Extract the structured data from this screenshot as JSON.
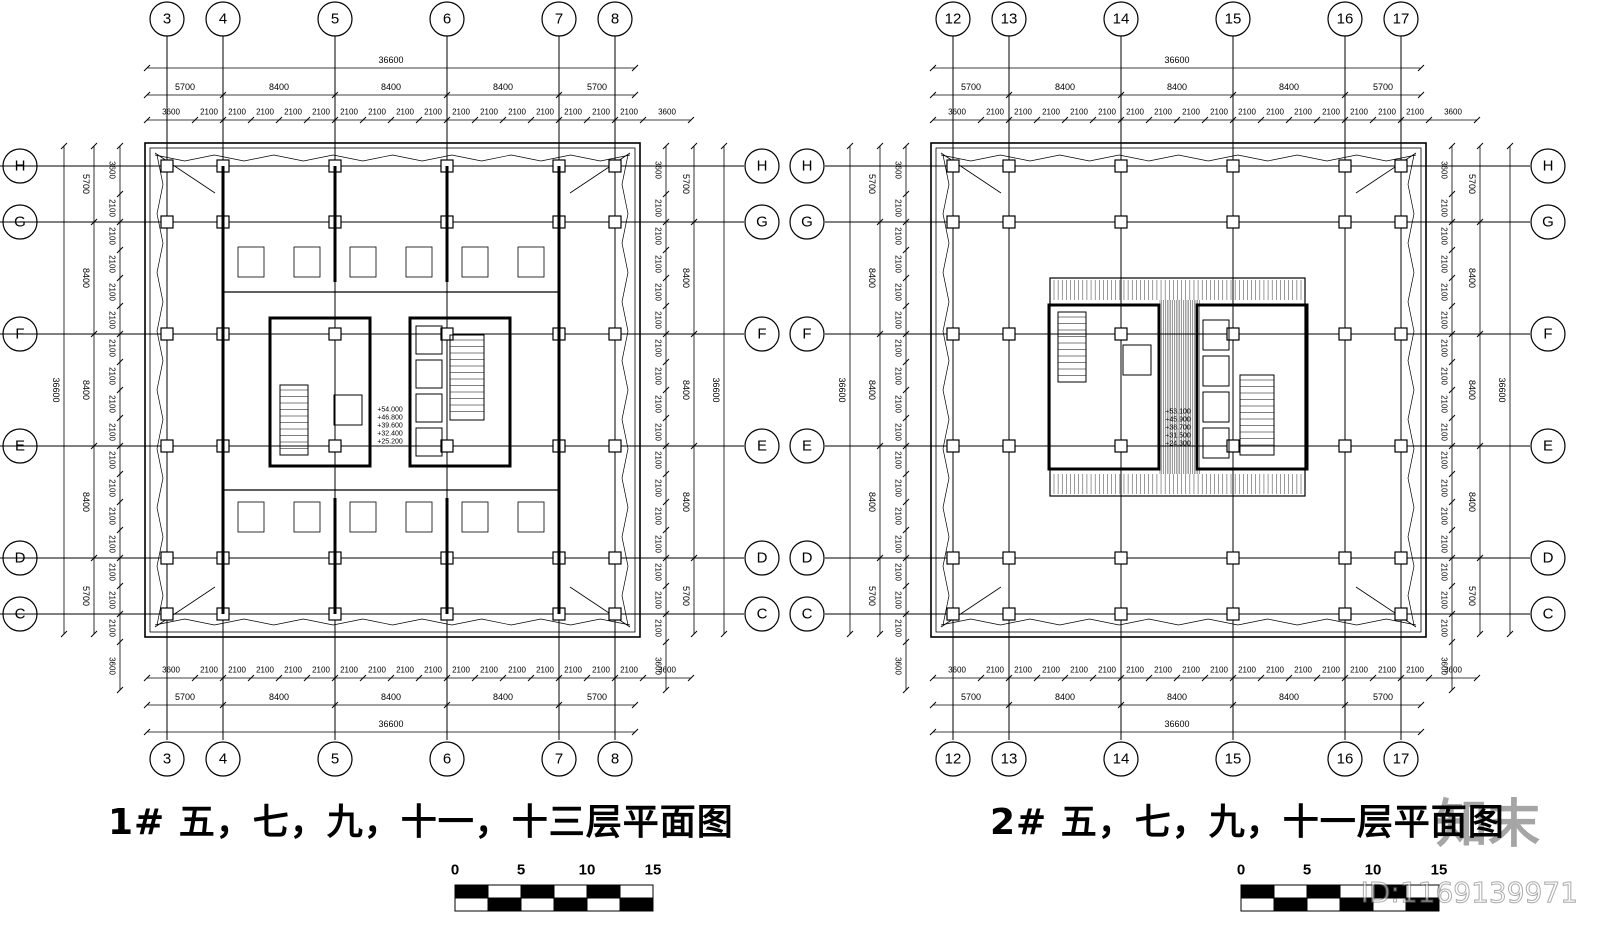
{
  "plans": [
    {
      "id": "plan-1",
      "title": "1# 五，七，九，十一，十三层平面图",
      "columns": [
        "3",
        "4",
        "5",
        "6",
        "7",
        "8"
      ],
      "rows": [
        "H",
        "G",
        "F",
        "E",
        "D",
        "C"
      ],
      "dims_main": [
        "5700",
        "8400",
        "8400",
        "8400",
        "5700"
      ],
      "dims_sub": [
        "3600",
        "2100",
        "2100",
        "2100",
        "2100",
        "2100",
        "2100",
        "2100",
        "2100",
        "2100",
        "2100",
        "2100",
        "2100",
        "2100",
        "2100",
        "2100",
        "2100",
        "3600"
      ],
      "total": "36600",
      "elevations": [
        "+54.000",
        "+46.800",
        "+39.600",
        "+32.400",
        "+25.200"
      ],
      "scale": {
        "ticks": [
          "0",
          "5",
          "10",
          "15"
        ]
      }
    },
    {
      "id": "plan-2",
      "title": "2# 五，七，九，十一层平面图",
      "columns": [
        "12",
        "13",
        "14",
        "15",
        "16",
        "17"
      ],
      "rows": [
        "H",
        "G",
        "F",
        "E",
        "D",
        "C"
      ],
      "dims_main": [
        "5700",
        "8400",
        "8400",
        "8400",
        "5700"
      ],
      "dims_sub": [
        "3600",
        "2100",
        "2100",
        "2100",
        "2100",
        "2100",
        "2100",
        "2100",
        "2100",
        "2100",
        "2100",
        "2100",
        "2100",
        "2100",
        "2100",
        "2100",
        "2100",
        "3600"
      ],
      "total": "36600",
      "elevations": [
        "+53.100",
        "+45.900",
        "+38.700",
        "+31.500",
        "+24.300"
      ],
      "scale": {
        "ticks": [
          "0",
          "5",
          "10",
          "15"
        ]
      }
    }
  ],
  "watermark": {
    "logo": "知末",
    "id_text": "ID:1169139971"
  }
}
